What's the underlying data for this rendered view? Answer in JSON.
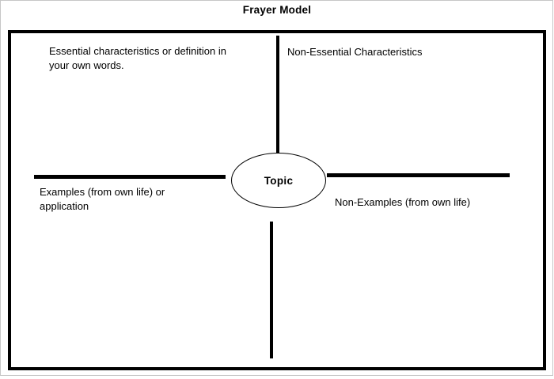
{
  "title": "Frayer Model",
  "quadrants": {
    "top_left": "Essential characteristics or definition in\nyour own words.",
    "top_right": "Non-Essential Characteristics",
    "bottom_left": "Examples (from own life) or\napplication",
    "bottom_right": "Non-Examples (from own life)"
  },
  "center": {
    "label": "Topic"
  },
  "colors": {
    "line": "#000000",
    "frame": "#c6c6c6",
    "background": "#ffffff",
    "text": "#000000"
  }
}
